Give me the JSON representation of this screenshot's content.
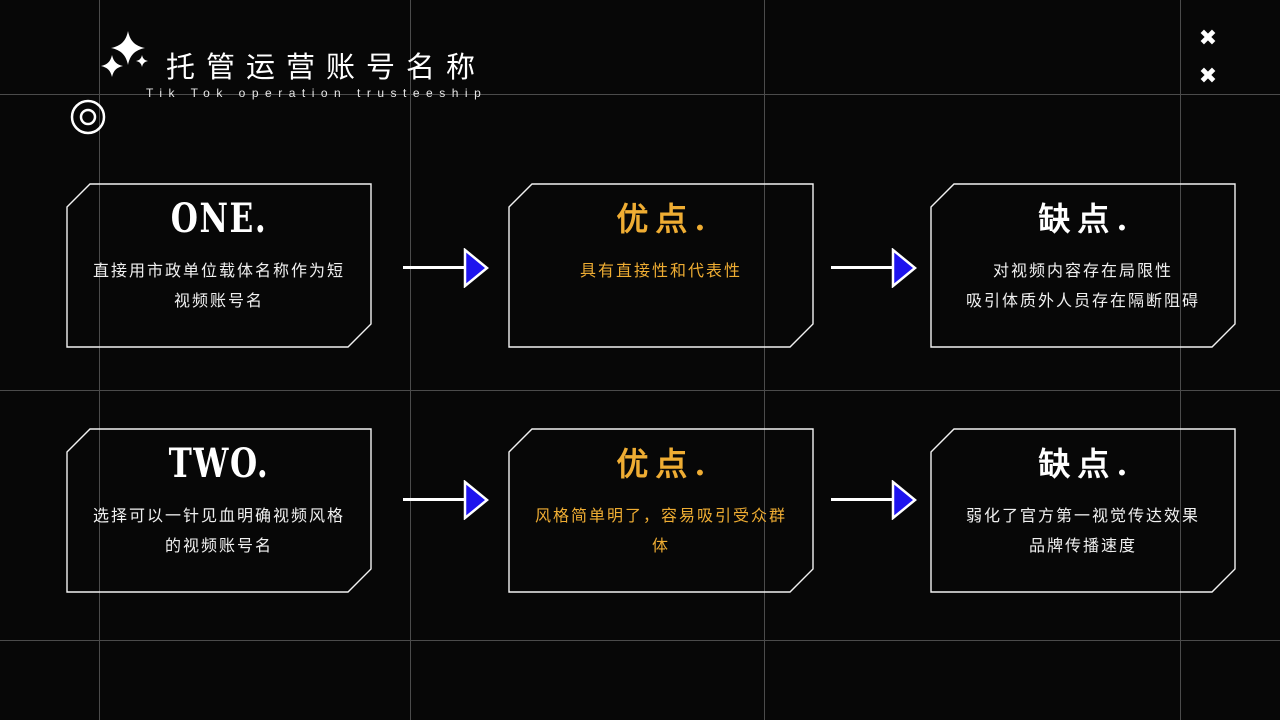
{
  "header": {
    "title": "托管运营账号名称",
    "subtitle": "Tik Tok operation trusteeship"
  },
  "icons": {
    "close": "✖"
  },
  "colors": {
    "background": "#070707",
    "text": "#F2F2F2",
    "gold": "#EFAD33",
    "blue": "#1E14EE",
    "line": "#4B4B4B",
    "border": "#F2F2F2"
  },
  "cards": [
    {
      "title": "ONE.",
      "line1": "直接用市政单位载体名称作为短",
      "line2": "视频账号名"
    },
    {
      "title": "优点.",
      "line1": "具有直接性和代表性",
      "line2": ""
    },
    {
      "title": "缺点.",
      "line1": "对视频内容存在局限性",
      "line2": "吸引体质外人员存在隔断阻碍"
    },
    {
      "title": "TWO.",
      "line1": "选择可以一针见血明确视频风格",
      "line2": "的视频账号名"
    },
    {
      "title": "优点.",
      "line1": "风格简单明了，容易吸引受众群",
      "line2": "体"
    },
    {
      "title": "缺点.",
      "line1": "弱化了官方第一视觉传达效果",
      "line2": "品牌传播速度"
    }
  ]
}
